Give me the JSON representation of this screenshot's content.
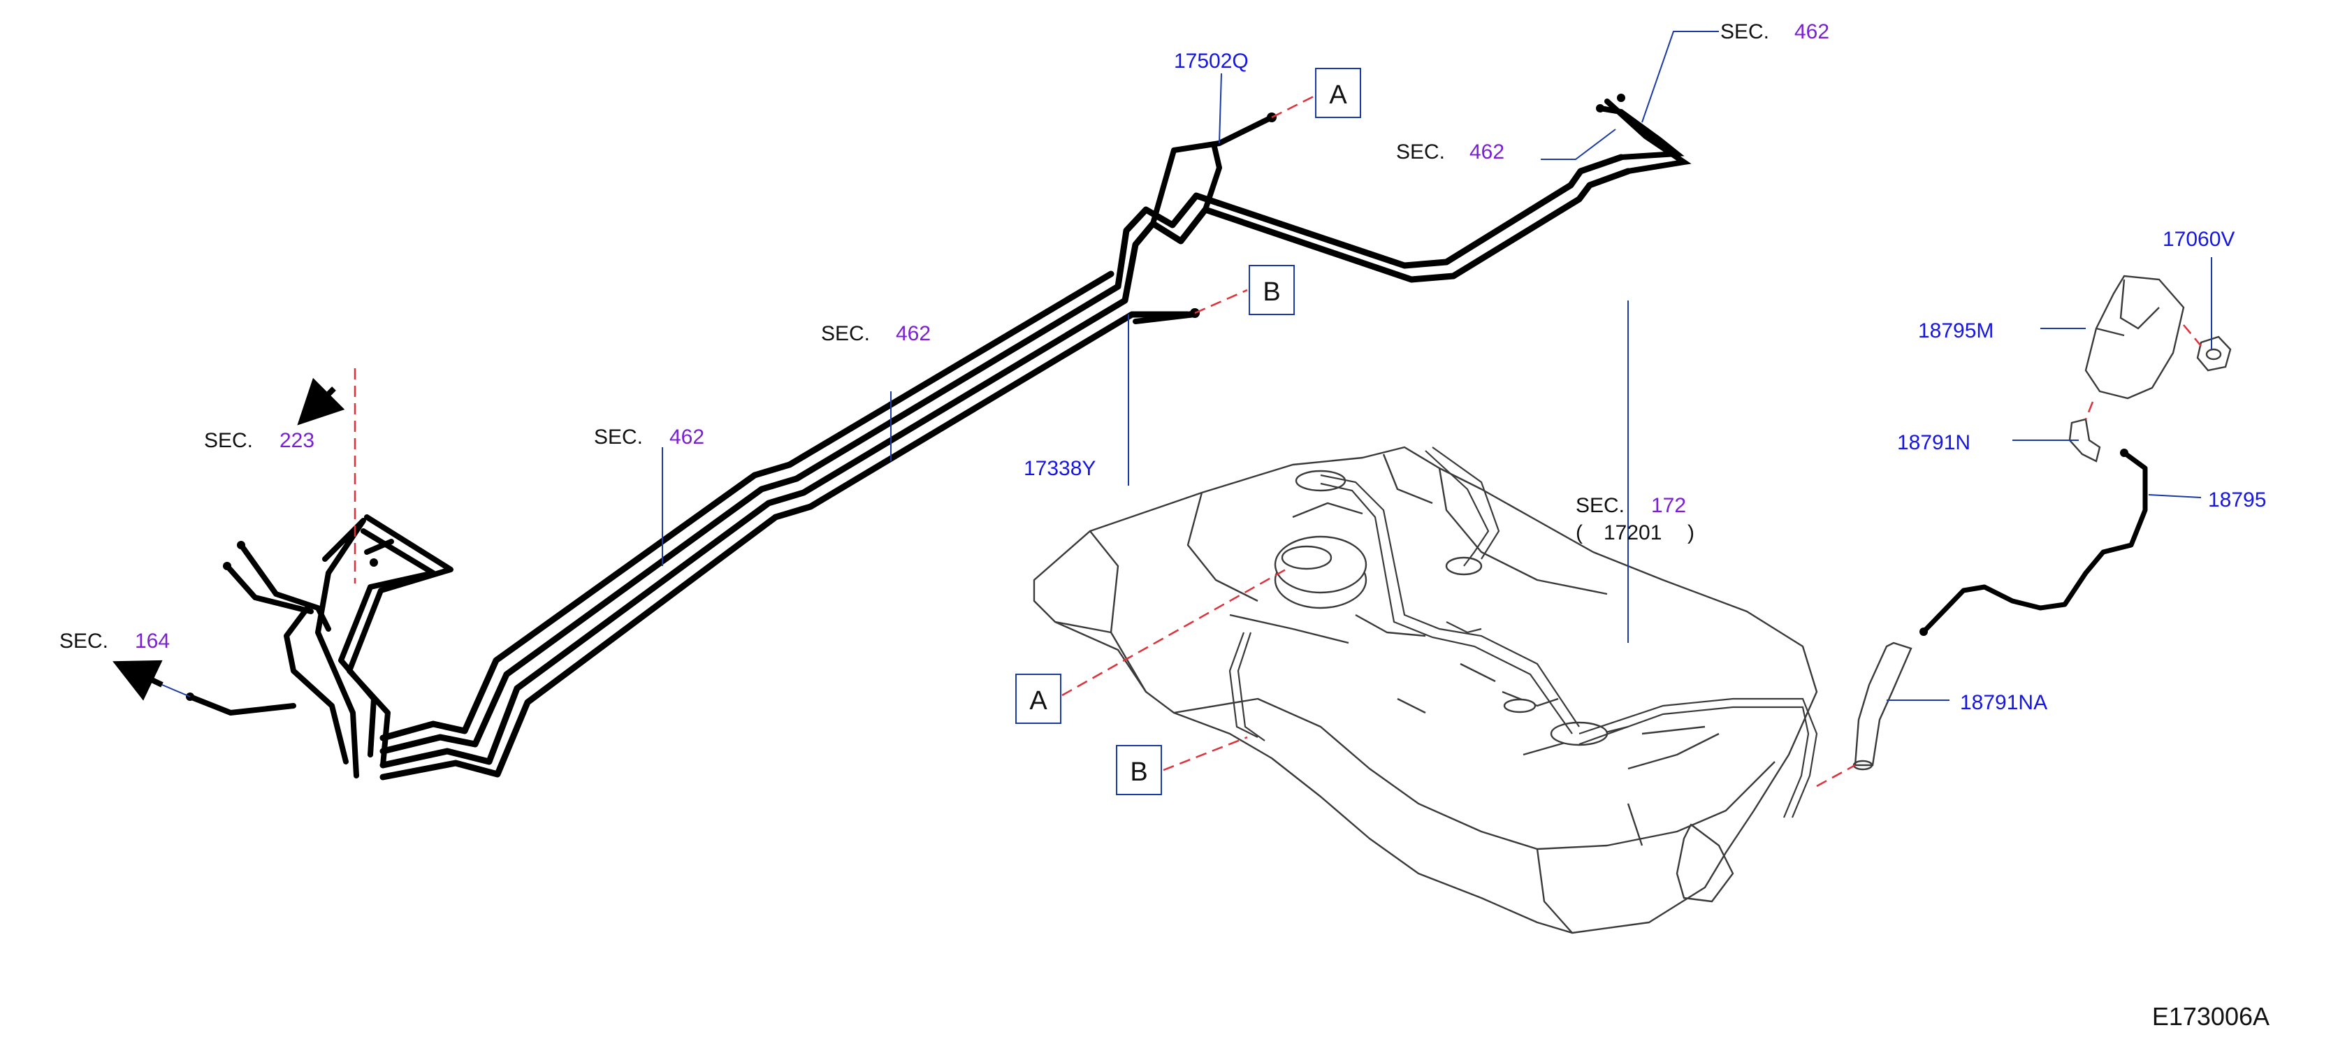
{
  "colors": {
    "line": "#000000",
    "leader_blue": "#1a3aa8",
    "dash_red": "#e0303a",
    "part_blue": "#1515e6",
    "sec_purple": "#7a1fd6",
    "text_black": "#111111",
    "tank_stroke": "#3a3a3a"
  },
  "parts": {
    "p17502q": "17502Q",
    "p17338y": "17338Y",
    "p17060v": "17060V",
    "p18795m": "18795M",
    "p18791n": "18791N",
    "p18795": "18795",
    "p18791na": "18791NA",
    "p17201": "17201"
  },
  "sections": {
    "label": "SEC.",
    "s462": "462",
    "s223": "223",
    "s164": "164",
    "s172": "172"
  },
  "paren": {
    "open": "(",
    "close": ")"
  },
  "callouts": {
    "a": "A",
    "b": "B"
  },
  "figure_id": "E173006A"
}
